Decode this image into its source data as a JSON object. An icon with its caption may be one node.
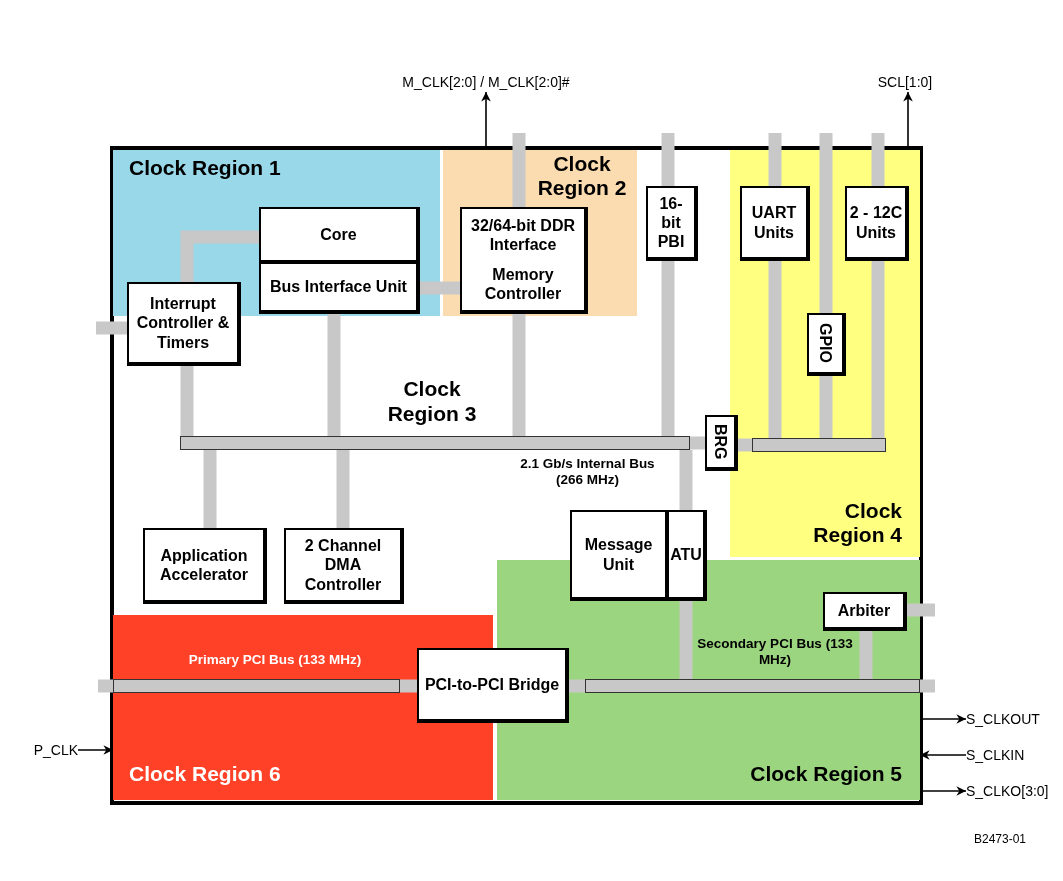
{
  "diagram": {
    "nodes": [
      {
        "text": [
          "M_CLK[2:0] / M_CLK[2:0]#"
        ]
      },
      {
        "text": [
          "SCL[1:0]"
        ]
      },
      {
        "text": [
          "Clock Region 1"
        ]
      },
      {
        "text": [
          "Clock Region 2"
        ]
      },
      {
        "text": [
          "Clock Region 4"
        ]
      },
      {
        "text": [
          "Core"
        ],
        "in": 2
      },
      {
        "text": [
          "32/64-bit DDR Interface",
          "Memory Controller"
        ],
        "in": 3
      },
      {
        "text": [
          "16- bit PBI"
        ]
      },
      {
        "text": [
          "UART Units"
        ],
        "in": 4
      },
      {
        "text": [
          "2 - 12C Units"
        ],
        "in": 4
      },
      {
        "text": [
          "Bus Interface Unit"
        ],
        "in": 2
      },
      {
        "text": [
          "Interrupt Controller & Timers"
        ]
      },
      {
        "text": [
          "GPIO"
        ],
        "in": 4
      },
      {
        "text": [
          "BRG"
        ]
      },
      {
        "text": [],
        "shape": "bar",
        "beside": [
          "2.1 Gb/s Internal Bus (266 MHz)"
        ]
      },
      {
        "text": [],
        "shape": "bar",
        "in": 4
      },
      {
        "text": [
          "Clock Region 5"
        ]
      },
      {
        "text": [
          "Message Unit"
        ]
      },
      {
        "text": [
          "ATU"
        ]
      },
      {
        "text": [
          "Application Accelerator"
        ]
      },
      {
        "text": [
          "2 Channel DMA Controller"
        ]
      },
      {
        "text": [
          "Arbiter"
        ],
        "in": 16
      },
      {
        "text": [
          "Clock Region 6"
        ]
      },
      {
        "text": [],
        "shape": "bar",
        "in": 22
      },
      {
        "text": [
          "PCI-to-PCI Bridge"
        ]
      },
      {
        "text": [],
        "shape": "bar",
        "in": 16
      },
      {
        "text": [
          "P_CLK"
        ]
      },
      {
        "text": [
          "S_CLKOUT"
        ]
      },
      {
        "text": [
          "S_CLKIN"
        ]
      },
      {
        "text": [
          "S_CLKO[3:0]"
        ]
      }
    ],
    "edges": [
      {
        "from": 3,
        "to": 0,
        "arrow": "to",
        "color": "#000000"
      },
      {
        "from": 4,
        "to": 1,
        "arrow": "to",
        "color": "#000000"
      },
      {
        "from": 11,
        "to": 5,
        "arrow": "none"
      },
      {
        "from": 10,
        "to": 6,
        "arrow": "none"
      },
      {
        "from": null,
        "to": 6,
        "arrow": "none"
      },
      {
        "from": null,
        "to": 7,
        "arrow": "none"
      },
      {
        "from": null,
        "to": 8,
        "arrow": "none"
      },
      {
        "from": null,
        "to": 12,
        "arrow": "none"
      },
      {
        "from": null,
        "to": 9,
        "arrow": "none"
      },
      {
        "from": null,
        "to": 11,
        "arrow": "none"
      },
      {
        "from": 11,
        "to": 14,
        "arrow": "none"
      },
      {
        "from": 10,
        "to": 14,
        "arrow": "none"
      },
      {
        "from": 6,
        "to": 14,
        "arrow": "none"
      },
      {
        "from": 7,
        "to": 14,
        "arrow": "none"
      },
      {
        "from": 14,
        "to": 13,
        "arrow": "none"
      },
      {
        "from": 13,
        "to": 15,
        "arrow": "none"
      },
      {
        "from": 8,
        "to": 15,
        "arrow": "none"
      },
      {
        "from": 12,
        "to": 15,
        "arrow": "none"
      },
      {
        "from": 9,
        "to": 15,
        "arrow": "none"
      },
      {
        "from": 14,
        "to": 18,
        "arrow": "none"
      },
      {
        "from": 14,
        "to": 19,
        "arrow": "none"
      },
      {
        "from": 14,
        "to": 20,
        "arrow": "none"
      },
      {
        "from": 21,
        "to": null,
        "arrow": "none"
      },
      {
        "from": 18,
        "to": 25,
        "arrow": "none"
      },
      {
        "from": 21,
        "to": 25,
        "arrow": "none"
      },
      {
        "from": 23,
        "to": 24,
        "arrow": "none"
      },
      {
        "from": 24,
        "to": 25,
        "arrow": "none"
      },
      {
        "from": 26,
        "to": 22,
        "arrow": "to",
        "color": "#000000"
      },
      {
        "from": 16,
        "to": 27,
        "arrow": "to",
        "color": "#000000"
      },
      {
        "from": 28,
        "to": 16,
        "arrow": "to",
        "color": "#000000"
      },
      {
        "from": 16,
        "to": 29,
        "arrow": "to",
        "color": "#000000"
      },
      {
        "from": null,
        "to": 23,
        "arrow": "none"
      },
      {
        "from": 25,
        "to": null,
        "arrow": "none"
      }
    ],
    "labels": [
      "Clock Region 3",
      "Secondary PCI Bus (133 MHz)",
      "Primary PCI Bus (133 MHz)",
      "B2473-01"
    ]
  }
}
